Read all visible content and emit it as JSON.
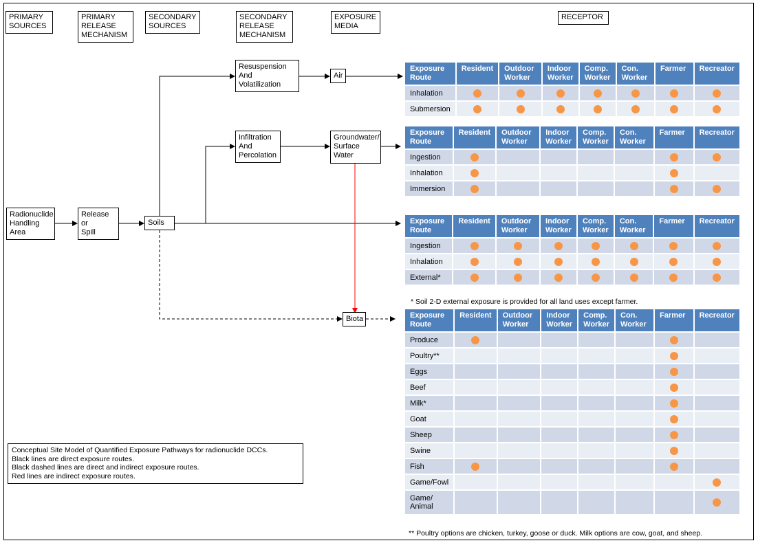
{
  "headers": {
    "primary_sources": "PRIMARY\nSOURCES",
    "primary_release": "PRIMARY\nRELEASE\nMECHANISM",
    "secondary_sources": "SECONDARY\nSOURCES",
    "secondary_release": "SECONDARY\nRELEASE\nMECHANISM",
    "exposure_media": "EXPOSURE\nMEDIA",
    "receptor": "RECEPTOR"
  },
  "nodes": {
    "handling_area": "Radionuclide\nHandling\nArea",
    "release_spill": "Release\nor\nSpill",
    "soils": "Soils",
    "resuspension": "Resuspension\nAnd\nVolatilization",
    "infiltration": "Infiltration\nAnd\nPercolation",
    "air": "Air",
    "groundwater": "Groundwater/\nSurface\nWater",
    "biota": "Biota"
  },
  "columns": [
    "Exposure\nRoute",
    "Resident",
    "Outdoor\nWorker",
    "Indoor\nWorker",
    "Comp.\nWorker",
    "Con.\nWorker",
    "Farmer",
    "Recreator"
  ],
  "tables": {
    "air": [
      {
        "route": "Inhalation",
        "marks": [
          1,
          1,
          1,
          1,
          1,
          1,
          1
        ]
      },
      {
        "route": "Submersion",
        "marks": [
          1,
          1,
          1,
          1,
          1,
          1,
          1
        ]
      }
    ],
    "water": [
      {
        "route": "Ingestion",
        "marks": [
          1,
          0,
          0,
          0,
          0,
          1,
          1
        ]
      },
      {
        "route": "Inhalation",
        "marks": [
          1,
          0,
          0,
          0,
          0,
          1,
          0
        ]
      },
      {
        "route": "Immersion",
        "marks": [
          1,
          0,
          0,
          0,
          0,
          1,
          1
        ]
      }
    ],
    "soil": [
      {
        "route": "Ingestion",
        "marks": [
          1,
          1,
          1,
          1,
          1,
          1,
          1
        ]
      },
      {
        "route": "Inhalation",
        "marks": [
          1,
          1,
          1,
          1,
          1,
          1,
          1
        ]
      },
      {
        "route": "External*",
        "marks": [
          1,
          1,
          1,
          1,
          1,
          1,
          1
        ]
      }
    ],
    "biota": [
      {
        "route": "Produce",
        "marks": [
          1,
          0,
          0,
          0,
          0,
          1,
          0
        ]
      },
      {
        "route": "Poultry**",
        "marks": [
          0,
          0,
          0,
          0,
          0,
          1,
          0
        ]
      },
      {
        "route": "Eggs",
        "marks": [
          0,
          0,
          0,
          0,
          0,
          1,
          0
        ]
      },
      {
        "route": "Beef",
        "marks": [
          0,
          0,
          0,
          0,
          0,
          1,
          0
        ]
      },
      {
        "route": "Milk*",
        "marks": [
          0,
          0,
          0,
          0,
          0,
          1,
          0
        ]
      },
      {
        "route": "Goat",
        "marks": [
          0,
          0,
          0,
          0,
          0,
          1,
          0
        ]
      },
      {
        "route": "Sheep",
        "marks": [
          0,
          0,
          0,
          0,
          0,
          1,
          0
        ]
      },
      {
        "route": "Swine",
        "marks": [
          0,
          0,
          0,
          0,
          0,
          1,
          0
        ]
      },
      {
        "route": "Fish",
        "marks": [
          1,
          0,
          0,
          0,
          0,
          1,
          0
        ]
      },
      {
        "route": "Game/Fowl",
        "marks": [
          0,
          0,
          0,
          0,
          0,
          0,
          1
        ]
      },
      {
        "route": "Game/\nAnimal",
        "marks": [
          0,
          0,
          0,
          0,
          0,
          0,
          1
        ]
      }
    ]
  },
  "notes": {
    "soil_note": "* Soil 2-D external exposure is provided for all land uses except farmer.",
    "biota_note": "** Poultry options are chicken, turkey, goose or duck. Milk options are cow, goat, and sheep."
  },
  "legend": [
    "Conceptual Site Model of Quantified Exposure Pathways for radionuclide DCCs.",
    "Black lines are direct exposure routes.",
    "Black dashed lines are direct and indirect exposure routes.",
    "Red lines are indirect exposure routes."
  ],
  "colors": {
    "header_fill": "#4f81bd",
    "row_odd": "#d0d8e8",
    "row_even": "#e9edf4",
    "marker": "#f79646",
    "indirect_line": "#ff0000"
  }
}
